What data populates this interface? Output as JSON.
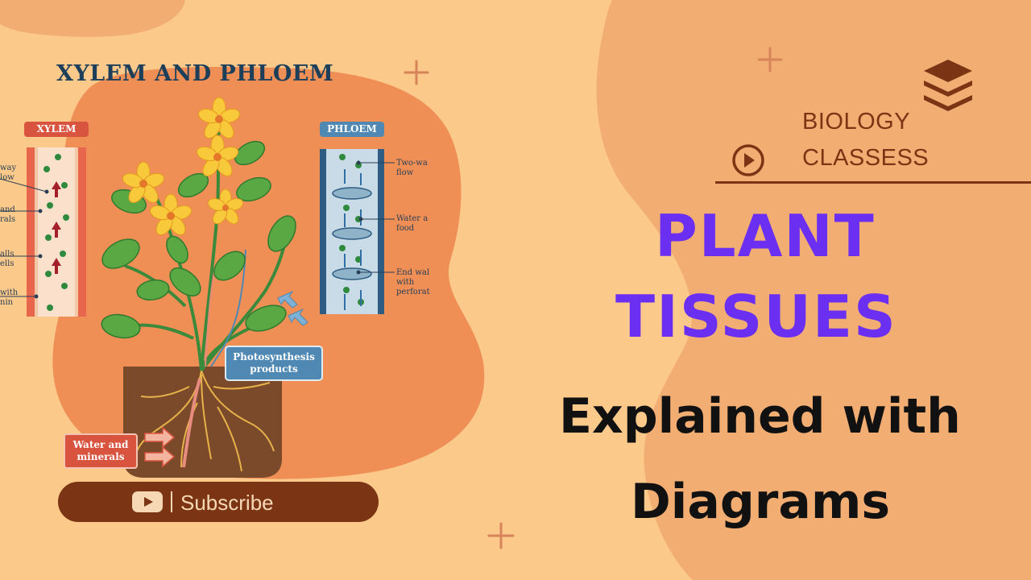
{
  "diagram": {
    "title": "XYLEM AND PHLOEM",
    "xylem_label": "XYLEM",
    "phloem_label": "PHLOEM",
    "xylem_notes": [
      "way\nlow",
      "and\nrals",
      "alls\nells",
      "with\nnin"
    ],
    "phloem_notes": [
      "Two-wa\nflow",
      "Water a\nfood",
      "End wal\nwith\nperforat"
    ],
    "photosynthesis_label": "Photosynthesis\nproducts",
    "water_label": "Water and\nminerals"
  },
  "subscribe": {
    "label": "Subscribe",
    "icon": "youtube-icon"
  },
  "brand": {
    "line1": "BIOLOGY",
    "line2": "CLASSESS",
    "icon": "play-circle-icon",
    "logo_icon": "stacked-layers-icon"
  },
  "headline": {
    "line1": "PLANT",
    "line2": "TISSUES"
  },
  "subtitle": {
    "line1": "Explained with",
    "line2": "Diagrams"
  },
  "colors": {
    "background": "#fbc98a",
    "blob": "#f2ad72",
    "diagram_blob": "#ef8f56",
    "accent_brown": "#7b3414",
    "headline": "#6a2ff0",
    "text_dark": "#111111"
  }
}
